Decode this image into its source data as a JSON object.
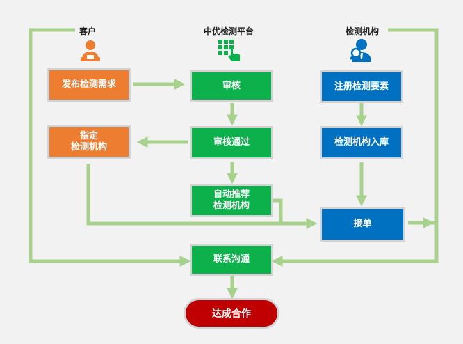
{
  "columns": {
    "customer": "客户",
    "platform": "中优检测平台",
    "agency": "检测机构"
  },
  "nodes": {
    "publish": "发布检测需求",
    "review": "审核",
    "designate": "指定\n检测机构",
    "approved": "审核通过",
    "recommend": "自动推荐\n检测机构",
    "register": "注册检测要素",
    "warehouse": "检测机构入库",
    "accept": "接单",
    "communicate": "联系沟通",
    "deal": "达成合作"
  },
  "icons": {
    "customer": "customer-user-icon",
    "platform": "platform-keypad-icon",
    "agency": "agency-search-user-icon"
  },
  "colors": {
    "orange": "#ed7d31",
    "green": "#0db14b",
    "blue": "#0070c0",
    "red": "#c00000",
    "connector": "#a9d18e"
  }
}
